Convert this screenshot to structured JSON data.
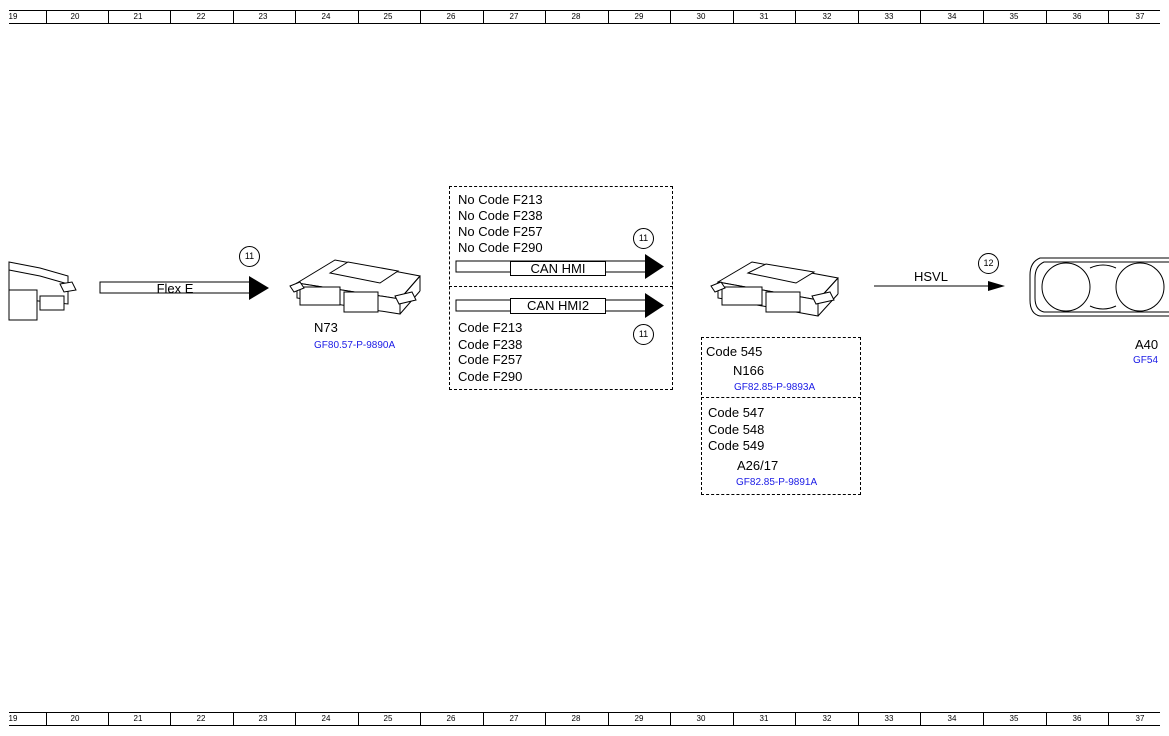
{
  "ruler": {
    "numbers": [
      "19",
      "20",
      "21",
      "22",
      "23",
      "24",
      "25",
      "26",
      "27",
      "28",
      "29",
      "30",
      "31",
      "32",
      "33",
      "34",
      "35",
      "36",
      "37"
    ]
  },
  "connections": {
    "flex_e": {
      "label": "Flex E",
      "ref_number": "11"
    },
    "can_hmi": {
      "label": "CAN HMI",
      "ref_number": "11"
    },
    "can_hmi2": {
      "label": "CAN HMI2",
      "ref_number": "11"
    },
    "hsvl": {
      "label": "HSVL",
      "ref_number": "12"
    }
  },
  "components": {
    "n73": {
      "label": "N73",
      "ref": "GF80.57-P-9890A"
    },
    "a40": {
      "label": "A40",
      "ref": "GF54"
    }
  },
  "variant_box_1": {
    "top_codes": [
      "No Code F213",
      "No Code F238",
      "No Code F257",
      "No Code F290"
    ],
    "bottom_codes": [
      "Code F213",
      "Code F238",
      "Code F257",
      "Code F290"
    ]
  },
  "variant_box_2": {
    "upper": {
      "code": "Code 545",
      "label": "N166",
      "ref": "GF82.85-P-9893A"
    },
    "lower": {
      "codes": [
        "Code 547",
        "Code 548",
        "Code 549"
      ],
      "label": "A26/17",
      "ref": "GF82.85-P-9891A"
    }
  }
}
